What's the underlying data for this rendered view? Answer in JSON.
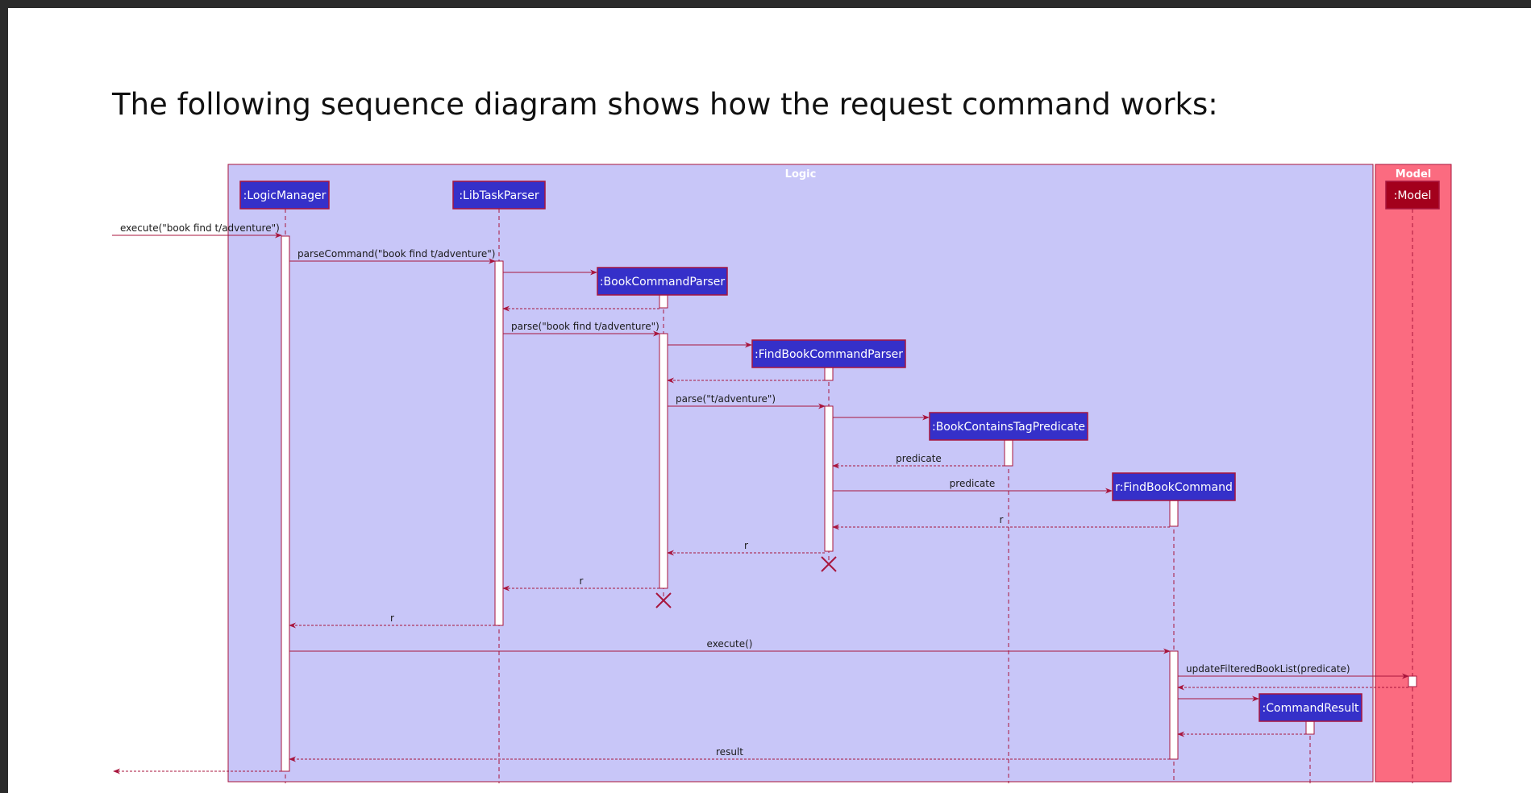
{
  "heading": "The following sequence diagram shows how the request command works:",
  "diagram": {
    "type": "sequence",
    "colors": {
      "logic_bg": "#c8c6f8",
      "model_bg": "#fb6b80",
      "border": "#a8153d",
      "participant_fill": "#3530c9",
      "model_participant_fill": "#a3001c",
      "activation_fill": "#ffffff",
      "group_title": "#ffffff"
    },
    "groups": [
      {
        "id": "logic",
        "label": "Logic"
      },
      {
        "id": "model",
        "label": "Model"
      }
    ],
    "participants": [
      {
        "id": "lm",
        "label": ":LogicManager",
        "group": "logic"
      },
      {
        "id": "ltp",
        "label": ":LibTaskParser",
        "group": "logic"
      },
      {
        "id": "bcp",
        "label": ":BookCommandParser",
        "group": "logic"
      },
      {
        "id": "fbcp",
        "label": ":FindBookCommandParser",
        "group": "logic"
      },
      {
        "id": "bctp",
        "label": ":BookContainsTagPredicate",
        "group": "logic"
      },
      {
        "id": "fbc",
        "label": "r:FindBookCommand",
        "group": "logic"
      },
      {
        "id": "cr",
        "label": ":CommandResult",
        "group": "logic"
      },
      {
        "id": "model",
        "label": ":Model",
        "group": "model"
      }
    ],
    "messages": [
      {
        "from": "external",
        "to": "lm",
        "label": "execute(\"book find t/adventure\")",
        "kind": "call"
      },
      {
        "from": "lm",
        "to": "ltp",
        "label": "parseCommand(\"book find t/adventure\")",
        "kind": "call"
      },
      {
        "from": "ltp",
        "to": "bcp",
        "label": "",
        "kind": "create"
      },
      {
        "from": "bcp",
        "to": "ltp",
        "label": "",
        "kind": "return"
      },
      {
        "from": "ltp",
        "to": "bcp",
        "label": "parse(\"book find t/adventure\")",
        "kind": "call"
      },
      {
        "from": "bcp",
        "to": "fbcp",
        "label": "",
        "kind": "create"
      },
      {
        "from": "fbcp",
        "to": "bcp",
        "label": "",
        "kind": "return"
      },
      {
        "from": "bcp",
        "to": "fbcp",
        "label": "parse(\"t/adventure\")",
        "kind": "call"
      },
      {
        "from": "fbcp",
        "to": "bctp",
        "label": "",
        "kind": "create"
      },
      {
        "from": "bctp",
        "to": "fbcp",
        "label": "predicate",
        "kind": "return"
      },
      {
        "from": "fbcp",
        "to": "fbc",
        "label": "predicate",
        "kind": "create"
      },
      {
        "from": "fbc",
        "to": "fbcp",
        "label": "r",
        "kind": "return"
      },
      {
        "from": "fbcp",
        "to": "bcp",
        "label": "r",
        "kind": "return"
      },
      {
        "from": "bcp",
        "to": "ltp",
        "label": "r",
        "kind": "return"
      },
      {
        "from": "ltp",
        "to": "lm",
        "label": "r",
        "kind": "return"
      },
      {
        "from": "lm",
        "to": "fbc",
        "label": "execute()",
        "kind": "call"
      },
      {
        "from": "fbc",
        "to": "model",
        "label": "updateFilteredBookList(predicate)",
        "kind": "call"
      },
      {
        "from": "model",
        "to": "fbc",
        "label": "",
        "kind": "return"
      },
      {
        "from": "fbc",
        "to": "cr",
        "label": "",
        "kind": "create"
      },
      {
        "from": "cr",
        "to": "fbc",
        "label": "",
        "kind": "return"
      },
      {
        "from": "fbc",
        "to": "lm",
        "label": "result",
        "kind": "return"
      },
      {
        "from": "lm",
        "to": "external",
        "label": "",
        "kind": "return"
      }
    ],
    "destroyed": [
      "fbcp",
      "bcp"
    ]
  }
}
